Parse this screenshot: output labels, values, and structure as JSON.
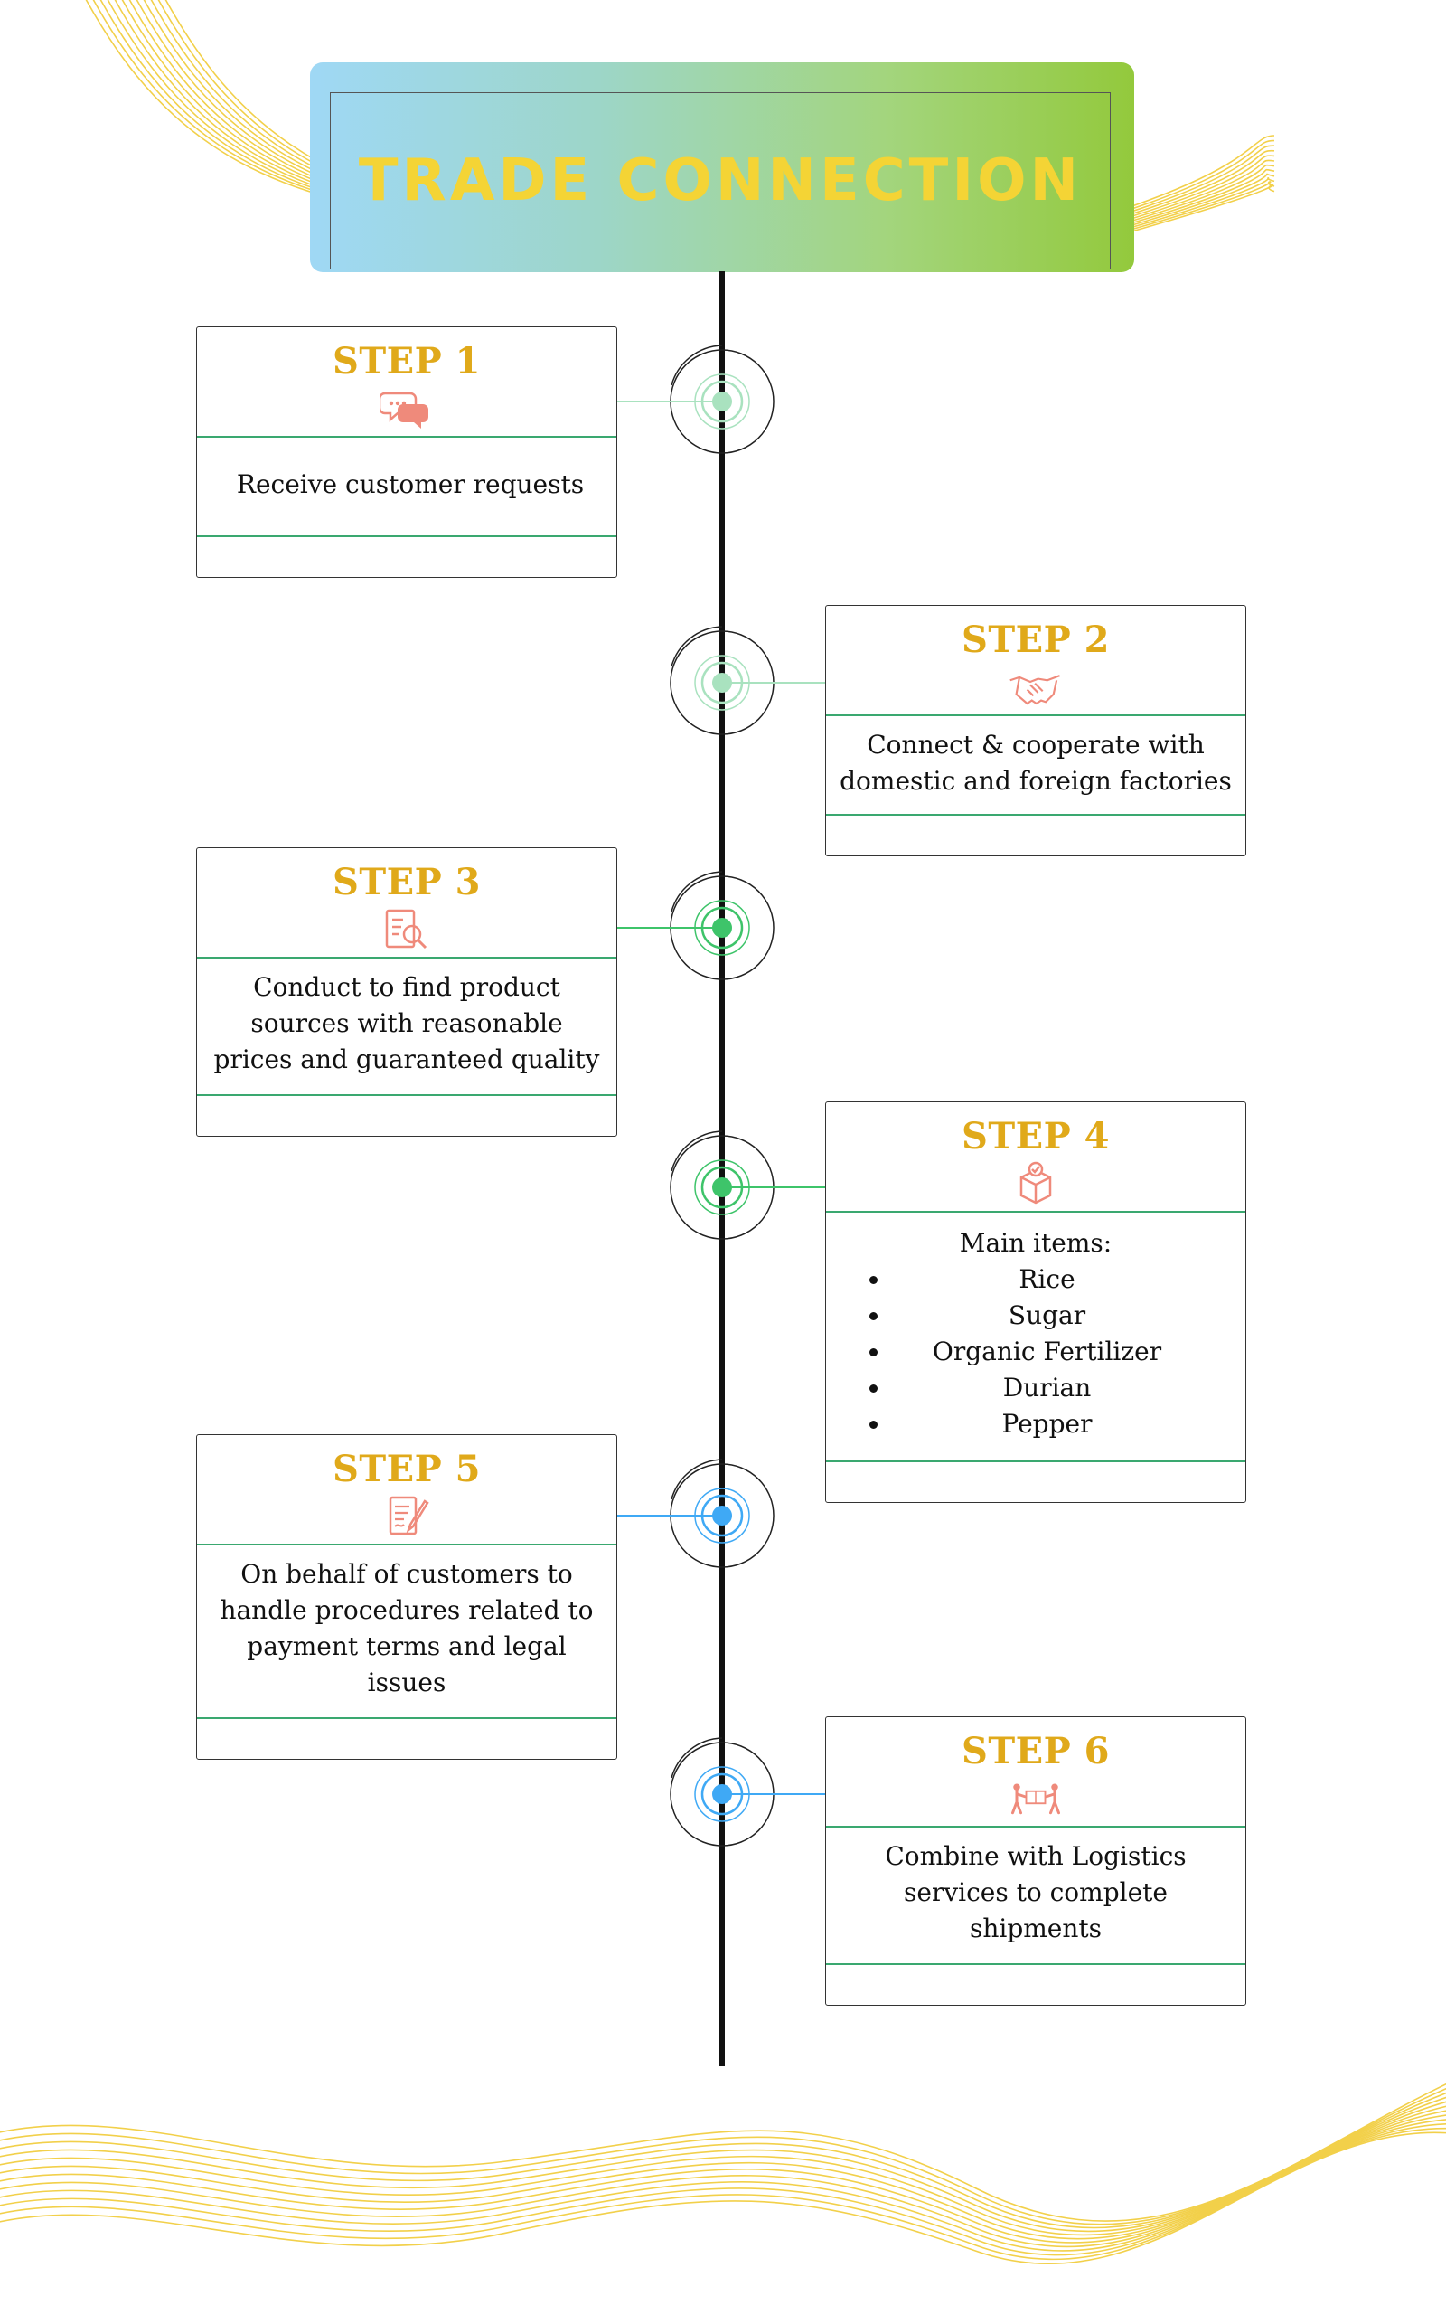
{
  "title": "TRADE CONNECTION",
  "colors": {
    "title_text": "#f4d435",
    "step_title": "#e0a91a",
    "icon": "#ef8a7b",
    "divider": "#3aa870",
    "wave": "#f2d04a"
  },
  "steps": [
    {
      "title": "STEP 1",
      "icon": "chat-bubbles-icon",
      "text": "Receive customer requests",
      "accent": "#a9e2bf"
    },
    {
      "title": "STEP 2",
      "icon": "handshake-icon",
      "text": "Connect & cooperate with domestic and foreign factories",
      "accent": "#a9e2bf"
    },
    {
      "title": "STEP 3",
      "icon": "document-search-icon",
      "text": "Conduct to find product sources with reasonable prices and guaranteed quality",
      "accent": "#3ec46a"
    },
    {
      "title": "STEP 4",
      "icon": "box-check-icon",
      "text": "Main items:",
      "items": [
        "Rice",
        "Sugar",
        "Organic Fertilizer",
        "Durian",
        "Pepper"
      ],
      "accent": "#3ec46a"
    },
    {
      "title": "STEP 5",
      "icon": "contract-signing-icon",
      "text": "On behalf of customers to handle procedures related to payment terms and legal issues",
      "accent": "#3fa9f5"
    },
    {
      "title": "STEP 6",
      "icon": "delivery-workers-icon",
      "text": "Combine with Logistics services to complete shipments",
      "accent": "#3fa9f5"
    }
  ]
}
